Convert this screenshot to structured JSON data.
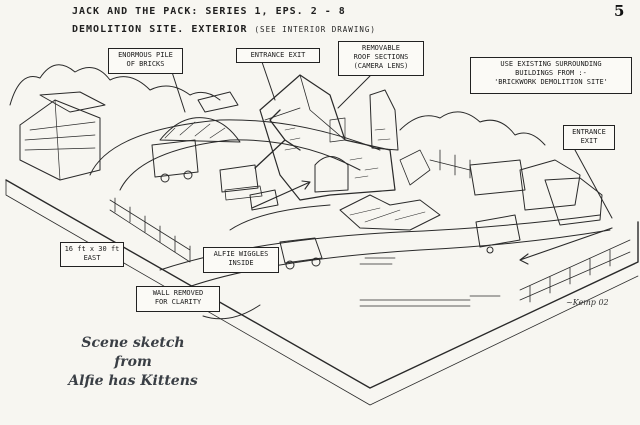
{
  "header": {
    "title_line1": "JACK AND THE PACK:  SERIES 1, EPS. 2 - 8",
    "title_line2_main": "DEMOLITION SITE. EXTERIOR",
    "title_line2_note": "(SEE INTERIOR DRAWING)",
    "page_number": "5"
  },
  "labels": {
    "bricks": [
      "ENORMOUS PILE",
      "OF BRICKS"
    ],
    "entrance_exit_top": "ENTRANCE EXIT",
    "roof": [
      "REMOVABLE",
      "ROOF SECTIONS",
      "(CAMERA LENS)"
    ],
    "buildings": [
      "USE EXISTING SURROUNDING",
      "BUILDINGS FROM :-",
      "'BRICKWORK DEMOLITION SITE'"
    ],
    "entrance_exit_right": [
      "ENTRANCE",
      "EXIT"
    ],
    "dimensions": [
      "16 ft x 30 ft",
      "EAST"
    ],
    "alfie": [
      "ALFIE WIGGLES",
      "INSIDE"
    ],
    "wall": [
      "WALL REMOVED",
      "FOR CLARITY"
    ]
  },
  "caption": [
    "Scene sketch",
    "from",
    "Alfie has Kittens"
  ],
  "signature": "~Kemp 02"
}
